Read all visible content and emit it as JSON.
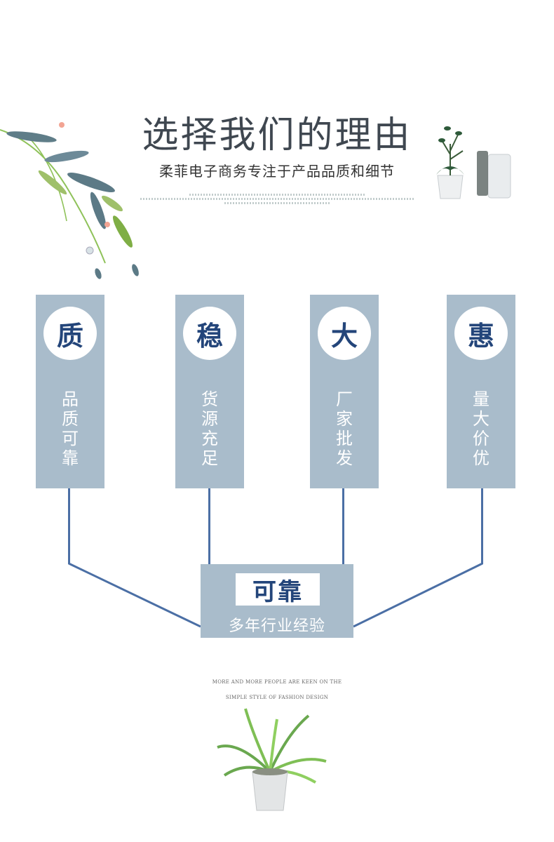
{
  "header": {
    "title": "选择我们的理由",
    "subtitle": "柔菲电子商务专注于产品品质和细节"
  },
  "cards": [
    {
      "icon_char": "质",
      "lines": [
        "品",
        "质",
        "可",
        "靠"
      ]
    },
    {
      "icon_char": "稳",
      "lines": [
        "货",
        "源",
        "充",
        "足"
      ]
    },
    {
      "icon_char": "大",
      "lines": [
        "厂",
        "家",
        "批",
        "发"
      ]
    },
    {
      "icon_char": "惠",
      "lines": [
        "量",
        "大",
        "价",
        "优"
      ]
    }
  ],
  "center": {
    "title": "可靠",
    "subtitle": "多年行业经验"
  },
  "footer": {
    "line1": "MORE AND MORE PEOPLE ARE KEEN ON THE",
    "line2": "SIMPLE STYLE OF FASHION DESIGN"
  },
  "colors": {
    "card_bg": "#a9bccb",
    "accent": "#23457a",
    "connector": "#4b6fa5"
  }
}
